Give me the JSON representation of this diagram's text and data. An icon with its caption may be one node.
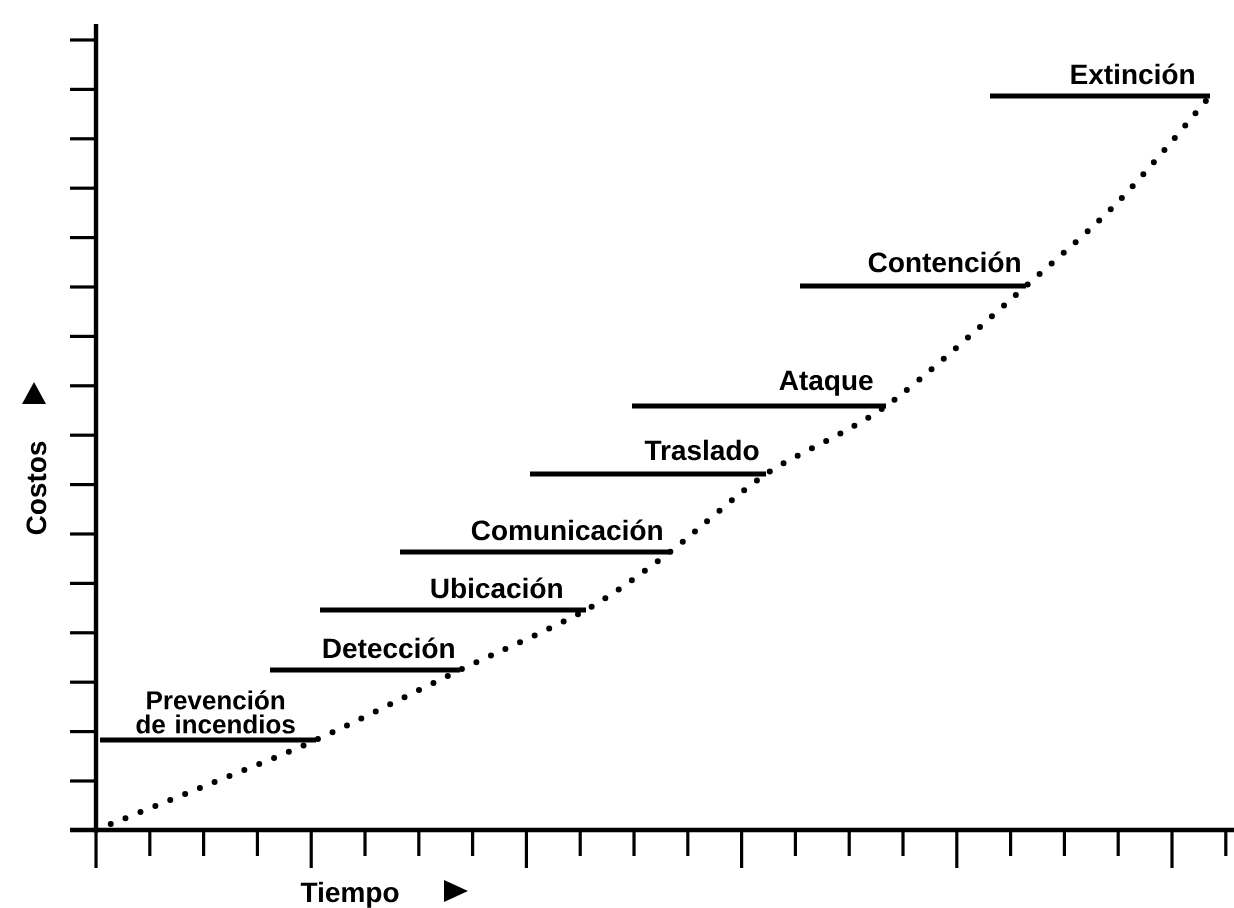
{
  "diagram": {
    "labels": [
      "Prevención de incendios",
      "Detección",
      "Ubicación",
      "Comunicación",
      "Traslado",
      "Ataque",
      "Contención",
      "Extinción",
      "Costos",
      "Tiempo"
    ]
  }
}
